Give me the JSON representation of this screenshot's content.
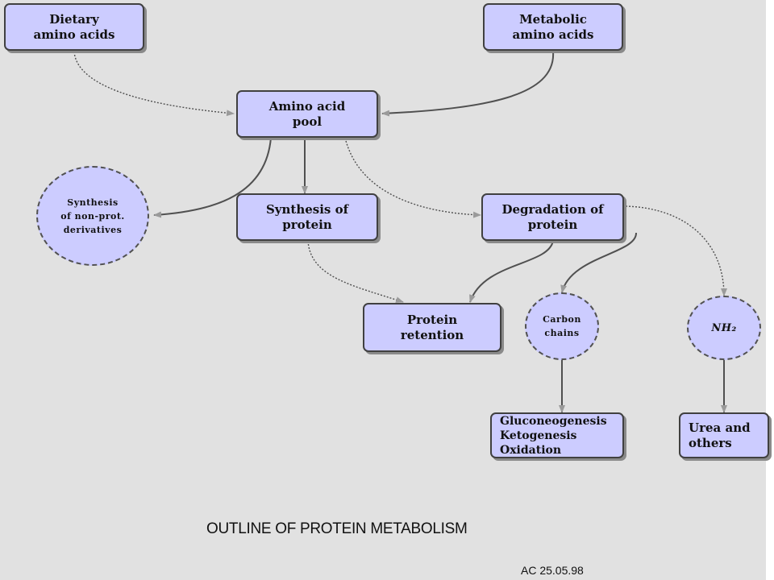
{
  "nodes": {
    "dietary": "Dietary\namino acids",
    "metabolic": "Metabolic\namino acids",
    "pool": "Amino acid\npool",
    "synthesis_nonprot": "Synthesis\nof non-prot.\nderivatives",
    "synthesis_protein": "Synthesis of\nprotein",
    "degradation": "Degradation of\nprotein",
    "retention": "Protein\nretention",
    "carbon_chains": "Carbon\nchains",
    "nh2": "NH₂",
    "gluconeo": "Gluconeogenesis\nKetogenesis\nOxidation",
    "urea": "Urea and\nothers"
  },
  "caption": "OUTLINE OF PROTEIN METABOLISM",
  "stamp": "AC 25.05.98",
  "colors": {
    "background": "#e1e1e1",
    "node_fill": "#ccccff",
    "arrow": "#505050"
  }
}
